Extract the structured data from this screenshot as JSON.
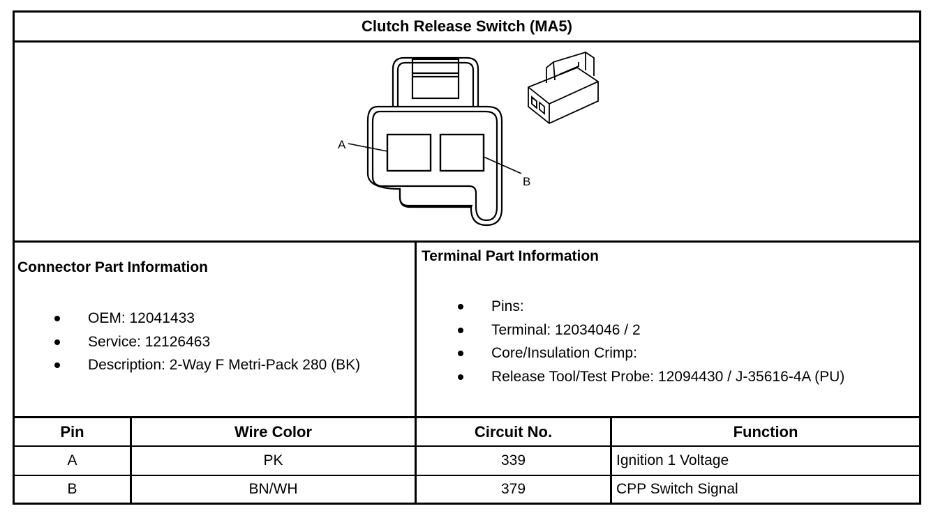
{
  "title": "Clutch Release Switch (MA5)",
  "diagram": {
    "cavity_labels": [
      "A",
      "B"
    ]
  },
  "connector": {
    "heading": "Connector Part Information",
    "items": [
      "OEM: 12041433",
      "Service: 12126463",
      "Description: 2-Way F Metri-Pack 280 (BK)"
    ]
  },
  "terminal": {
    "heading": "Terminal Part Information",
    "items": [
      "Pins:",
      "Terminal: 12034046 / 2",
      "Core/Insulation Crimp:",
      "Release Tool/Test Probe: 12094430 / J-35616-4A (PU)"
    ]
  },
  "table": {
    "headers": [
      "Pin",
      "Wire Color",
      "Circuit No.",
      "Function"
    ],
    "rows": [
      [
        "A",
        "PK",
        "339",
        "Ignition 1 Voltage"
      ],
      [
        "B",
        "BN/WH",
        "379",
        "CPP Switch Signal"
      ]
    ]
  }
}
